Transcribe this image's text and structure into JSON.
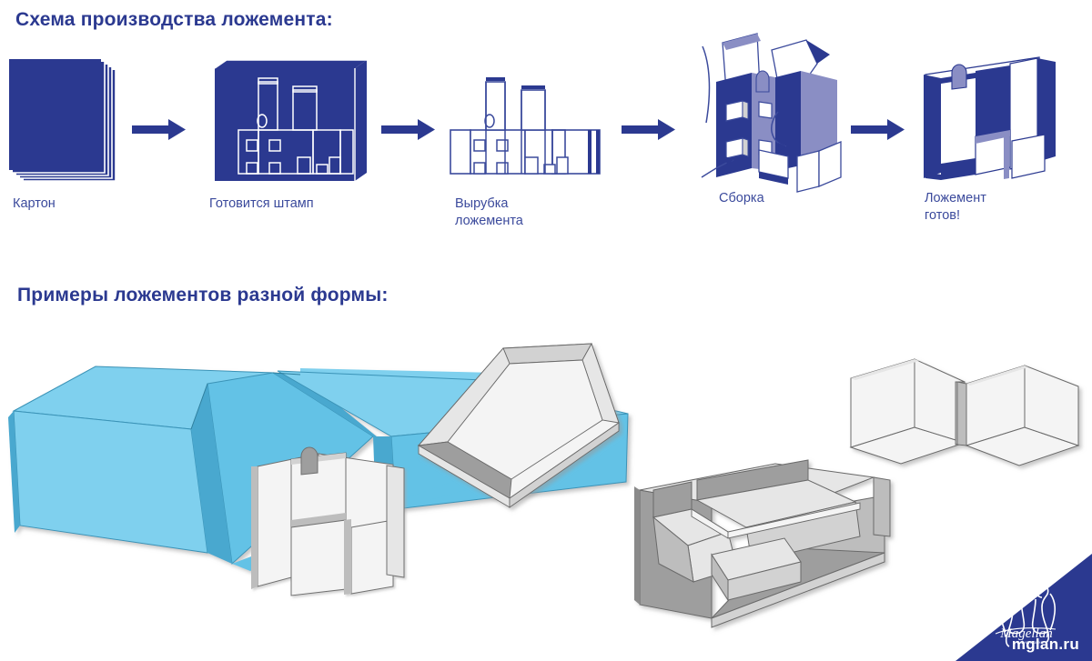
{
  "headings": {
    "production_scheme": "Схема производства ложемента:",
    "examples": "Примеры ложементов разной формы:"
  },
  "flow": {
    "steps": [
      {
        "id": "cardboard",
        "label": "Картон",
        "icon": "cardboard-stack-icon"
      },
      {
        "id": "die-prep",
        "label": "Готовится штамп",
        "icon": "die-stamp-icon"
      },
      {
        "id": "die-cut",
        "label": "Вырубка\nложемента",
        "icon": "die-cut-layout-icon"
      },
      {
        "id": "assembly",
        "label": "Сборка",
        "icon": "assembly-icon"
      },
      {
        "id": "finished",
        "label": "Ложемент\nготов!",
        "icon": "finished-insert-icon"
      }
    ],
    "arrow_icon": "arrow-right-icon",
    "arrow_count": 4
  },
  "examples": {
    "items": [
      {
        "id": "example-1",
        "icon": "blue-channel-tray-icon",
        "color": "#6cc8ea"
      },
      {
        "id": "example-2",
        "icon": "white-insert-icon",
        "color": "#f2f2f2"
      },
      {
        "id": "example-3",
        "icon": "square-shallow-tray-icon",
        "color": "#ededed"
      },
      {
        "id": "example-4",
        "icon": "compartment-tray-icon",
        "color": "#d9d9d9"
      },
      {
        "id": "example-5",
        "icon": "u-channel-pair-icon",
        "color": "#ebebeb"
      }
    ]
  },
  "logo": {
    "brand_name": "Magellan",
    "site": "mglan.ru",
    "icon": "penguins-logo-icon",
    "badge_color": "#2b3990"
  },
  "colors": {
    "brand_blue": "#2b3990",
    "heading_blue": "#2b3990",
    "label_blue": "#3b4a9c",
    "light_blue": "#6cc8ea",
    "accent_violet": "#8a8ec4",
    "grey_light": "#f0f0f0",
    "grey_mid": "#c9c9c9",
    "grey_dark": "#9a9a9a",
    "white": "#ffffff"
  }
}
